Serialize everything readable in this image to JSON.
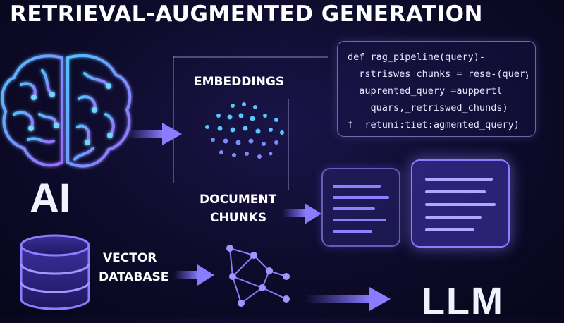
{
  "diagram": {
    "title": "RETRIEVAL-AUGMENTED GENERATION",
    "labels": {
      "ai": "AI",
      "embeddings": "EMBEDDINGS",
      "document_chunks_line1": "DOCUMENT",
      "document_chunks_line2": "CHUNKS",
      "vector_line1": "VECTOR",
      "vector_line2": "DATABASE",
      "llm": "LLM"
    },
    "code_lines": [
      "def rag_pipeline(query)-",
      "  rstriswes chunks = rese-(query)",
      "  auprented_query =auppertl",
      "    quars,_retriswed_chunds)",
      "f  retuni:tiet:agmented_query)"
    ]
  },
  "colors": {
    "accent": "#7b6cff",
    "glow_blue": "#4fa8ff",
    "glow_purple": "#9b6bff"
  },
  "icons": [
    "brain-icon",
    "dot-cloud-icon",
    "database-icon",
    "network-graph-icon",
    "document-icon",
    "arrow-right-icon"
  ]
}
